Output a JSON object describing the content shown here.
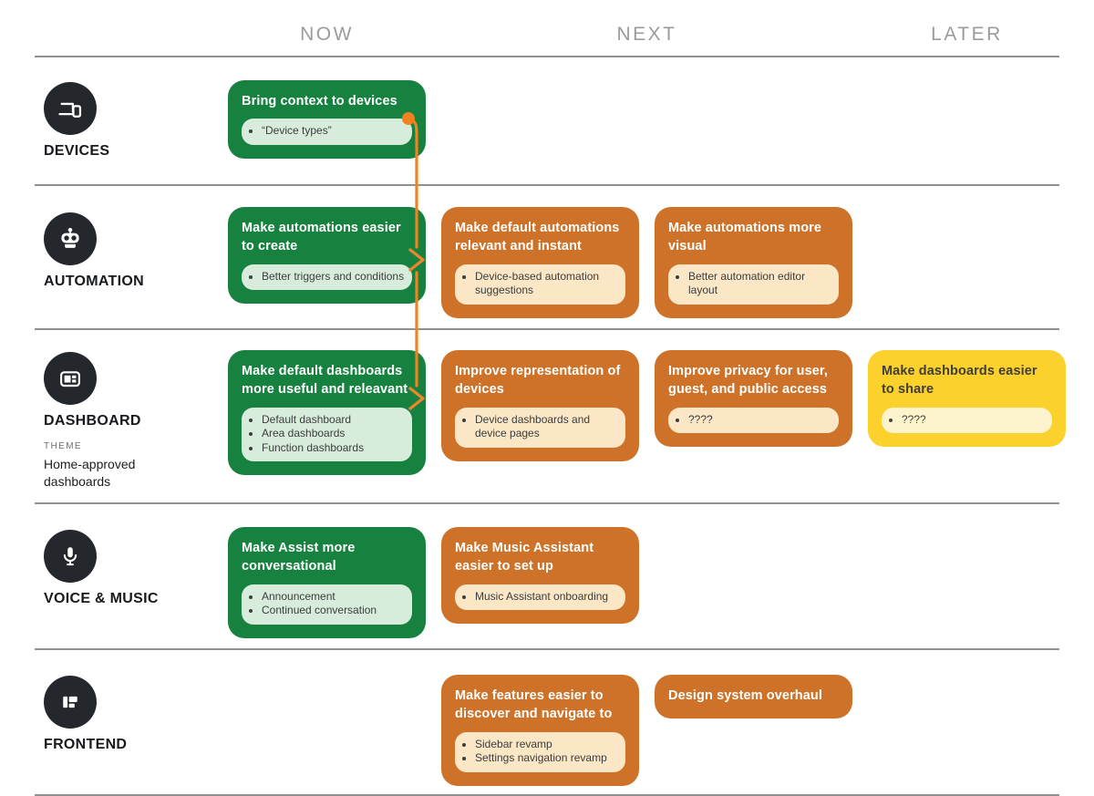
{
  "header": {
    "columns": [
      {
        "id": "now",
        "label": "NOW"
      },
      {
        "id": "next",
        "label": "NEXT"
      },
      {
        "id": "later",
        "label": "LATER"
      }
    ]
  },
  "colors": {
    "green_card": "#17823f",
    "green_pill": "#d8ecdc",
    "orange_card": "#cd7228",
    "orange_pill": "#fbe6c6",
    "yellow_card": "#fcd12b",
    "yellow_pill": "#fdf4cd",
    "connector_orange": "#f1821f",
    "divider_grey": "#909090",
    "header_text_grey": "#9b9b9b",
    "icon_circle_bg": "#24282c"
  },
  "connector": {
    "description": "orange line from Bring-context-to-devices card branching to Make-default-automations and Improve-representation-of-devices cards"
  },
  "rows": [
    {
      "id": "devices",
      "label": "DEVICES",
      "icon": "devices-icon",
      "cards": [
        {
          "column": "now",
          "variant": "green",
          "title": "Bring context to devices",
          "bullets": [
            "“Device types”"
          ]
        }
      ]
    },
    {
      "id": "automation",
      "label": "AUTOMATION",
      "icon": "robot-icon",
      "cards": [
        {
          "column": "now",
          "variant": "green",
          "title": "Make automations easier to create",
          "bullets": [
            "Better triggers and conditions"
          ]
        },
        {
          "column": "next",
          "variant": "orange",
          "title": "Make default automations relevant and instant",
          "bullets": [
            "Device-based automation suggestions"
          ]
        },
        {
          "column": "next-2",
          "variant": "orange",
          "title": "Make automations more visual",
          "bullets": [
            "Better automation editor layout"
          ]
        }
      ]
    },
    {
      "id": "dashboard",
      "label": "DASHBOARD",
      "icon": "dashboard-icon",
      "theme_label": "THEME",
      "theme_value": "Home-approved dashboards",
      "cards": [
        {
          "column": "now",
          "variant": "green",
          "title": "Make default dashboards more useful and releavant",
          "bullets": [
            "Default dashboard",
            "Area dashboards",
            "Function dashboards"
          ]
        },
        {
          "column": "next",
          "variant": "orange",
          "title": "Improve representation of devices",
          "bullets": [
            "Device dashboards and device pages"
          ]
        },
        {
          "column": "next-2",
          "variant": "orange",
          "title": "Improve privacy for user, guest, and public access",
          "bullets": [
            "????"
          ]
        },
        {
          "column": "later",
          "variant": "yellow",
          "title": "Make dashboards easier to share",
          "bullets": [
            "????"
          ]
        }
      ]
    },
    {
      "id": "voice-music",
      "label": "VOICE & MUSIC",
      "icon": "microphone-icon",
      "cards": [
        {
          "column": "now",
          "variant": "green",
          "title": "Make Assist more conversational",
          "bullets": [
            "Announcement",
            "Continued conversation"
          ]
        },
        {
          "column": "next",
          "variant": "orange",
          "title": "Make Music Assistant easier to set up",
          "bullets": [
            "Music Assistant onboarding"
          ]
        }
      ]
    },
    {
      "id": "frontend",
      "label": "FRONTEND",
      "icon": "layout-icon",
      "cards": [
        {
          "column": "next",
          "variant": "orange",
          "title": "Make features easier to discover and navigate to",
          "bullets": [
            "Sidebar revamp",
            "Settings navigation revamp"
          ]
        },
        {
          "column": "next-2",
          "variant": "orange",
          "title": "Design system overhaul",
          "bullets": []
        }
      ]
    }
  ]
}
